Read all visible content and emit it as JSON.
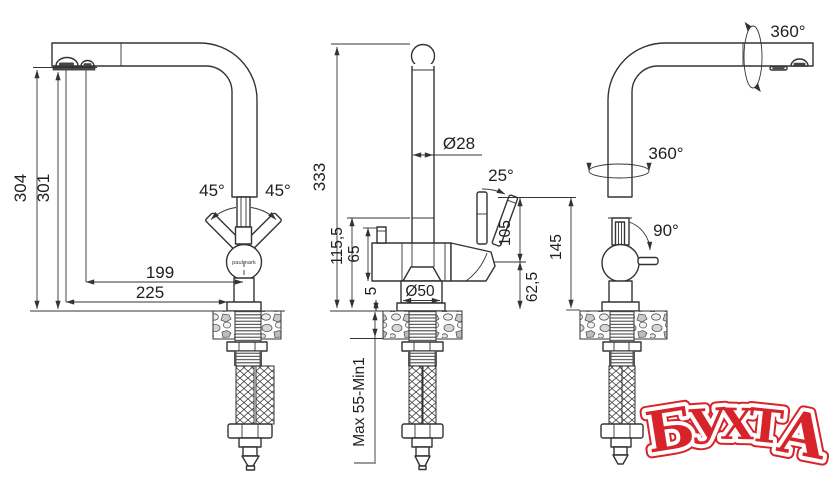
{
  "page": {
    "background": "#ffffff",
    "line_color": "#333333"
  },
  "brand": {
    "body_logo": "paulmark"
  },
  "watermark": {
    "text": "БУХТА",
    "letters": [
      "Б",
      "У",
      "Х",
      "Т",
      "А"
    ],
    "fill": "#d8232a",
    "outline": "#ffffff"
  },
  "views": {
    "left_side": {
      "name": "left-side-view",
      "dims": {
        "height_to_aerator_outer": "304",
        "height_to_aerator_inner": "301",
        "reach_to_center": "199",
        "reach_to_base": "225",
        "handle_swing_left": "45°",
        "handle_swing_right": "45°"
      }
    },
    "front": {
      "name": "front-view",
      "dims": {
        "total_height": "333",
        "spout_tube_diameter": "Ø28",
        "handle_tilt": "25°",
        "height_to_spout_joint": "115,5",
        "filtered_outlet_height": "65",
        "base_plate_height": "5",
        "base_diameter": "Ø50",
        "handle_height": "105",
        "body_center_height": "62,5",
        "handle_top_height": "145",
        "countertop_thickness": "Max 55-Min1"
      }
    },
    "right_side": {
      "name": "right-side-view",
      "dims": {
        "spout_end_rotation": "360°",
        "spout_swivel": "360°",
        "handle_swing": "90°"
      }
    }
  }
}
